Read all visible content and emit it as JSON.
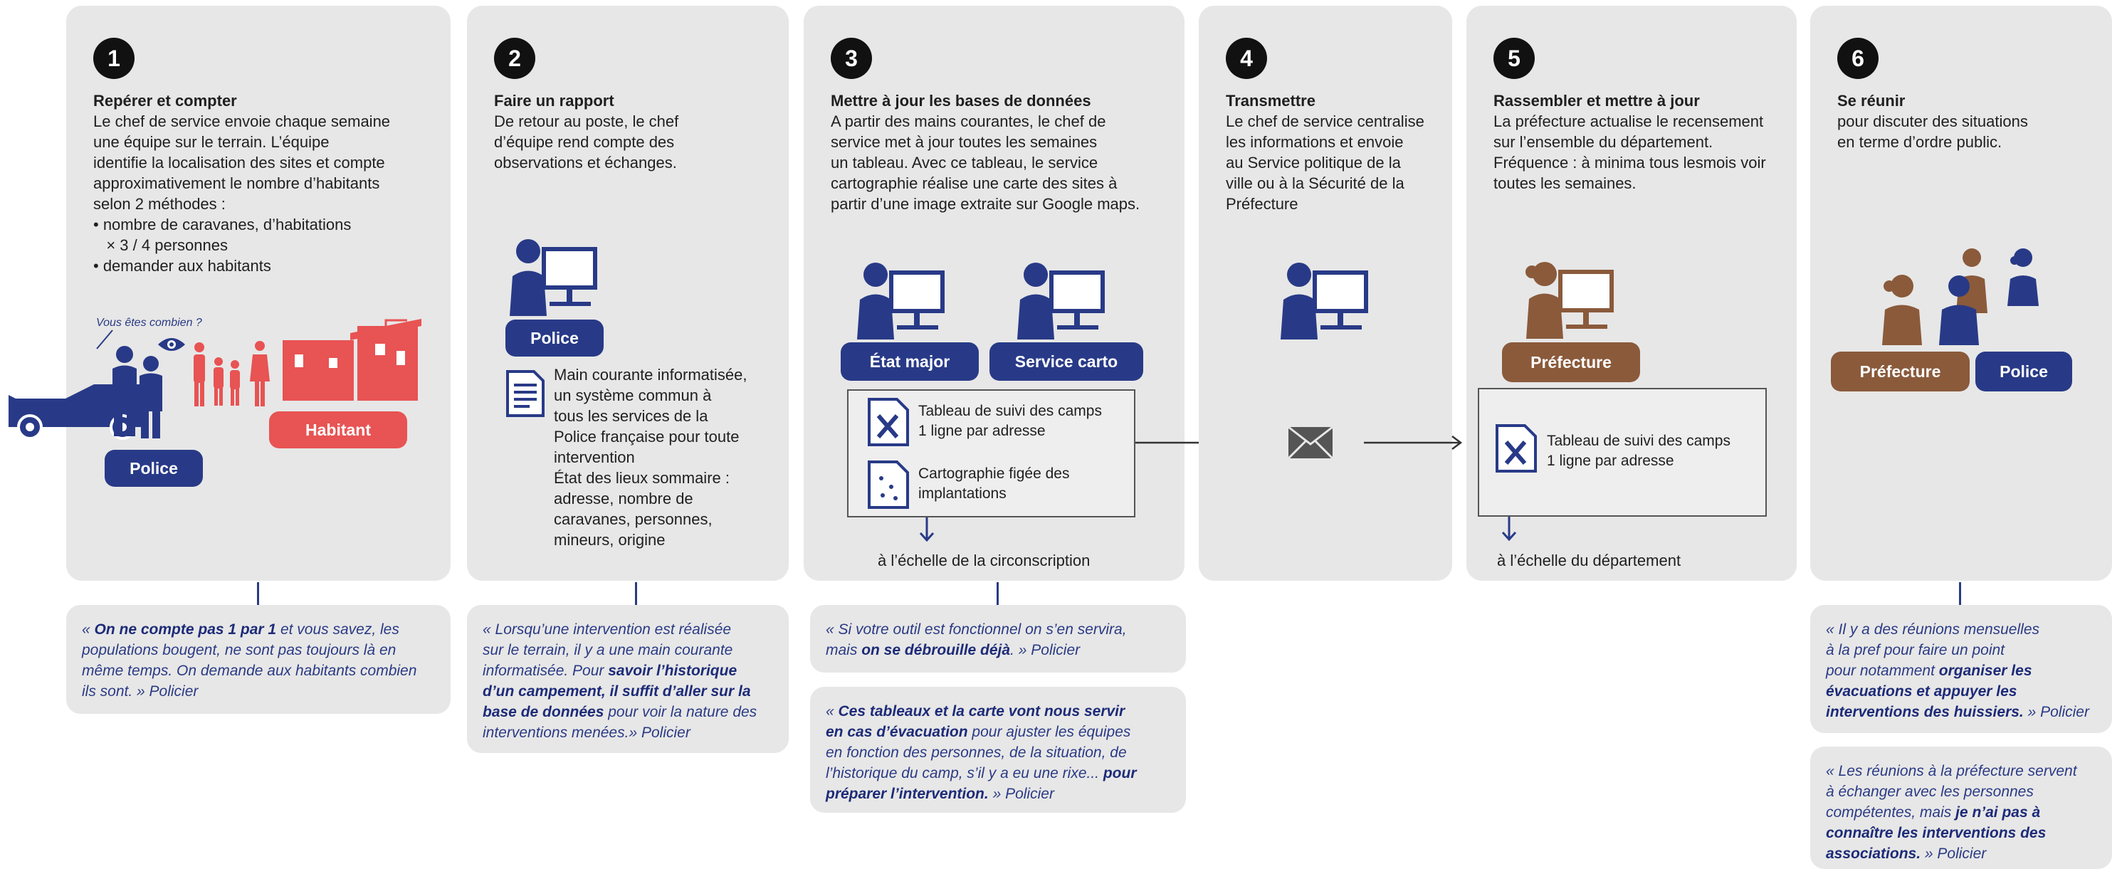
{
  "colors": {
    "navy": "#283a87",
    "red": "#e85353",
    "brown": "#8a5a3b",
    "card": "#e7e7e7"
  },
  "steps": [
    {
      "num": "1",
      "title": "Repérer et compter",
      "lines": [
        "Le chef de service envoie chaque semaine",
        "une équipe sur le terrain. L’équipe",
        "identifie la localisation des sites et compte",
        "approximativement le nombre d’habitants",
        "selon 2 méthodes :",
        "• nombre de caravanes, d’habitations",
        "   × 3 / 4 personnes",
        "• demander aux habitants"
      ],
      "speech": "Vous êtes combien ?",
      "police": "Police",
      "habitant": "Habitant"
    },
    {
      "num": "2",
      "title": "Faire un rapport",
      "lines": [
        "De retour au poste, le chef",
        "d’équipe rend compte des",
        "observations et échanges."
      ],
      "police": "Police",
      "doc_lines": [
        "Main courante informatisée,",
        "un système commun à",
        "tous les services de la",
        "Police française pour toute",
        "intervention",
        "État des lieux sommaire :",
        "adresse, nombre de",
        "caravanes, personnes,",
        "mineurs, origine"
      ]
    },
    {
      "num": "3",
      "title": "Mettre à jour les bases de données",
      "lines": [
        "A partir des mains courantes, le chef de",
        "service met à jour toutes les semaines",
        "un tableau. Avec ce tableau, le service",
        "cartographie réalise une carte des sites à",
        "partir d’une image extraite sur Google maps."
      ],
      "etat": "État major",
      "carto": "Service carto",
      "table": [
        "Tableau de suivi des camps",
        "1 ligne par adresse"
      ],
      "map": [
        "Cartographie figée des",
        "implantations"
      ],
      "scale": "à l’échelle de la circonscription"
    },
    {
      "num": "4",
      "title": "Transmettre",
      "lines": [
        "Le chef de service centralise",
        "les informations et envoie",
        "au Service politique de la",
        "ville ou à la Sécurité de la",
        "Préfecture"
      ]
    },
    {
      "num": "5",
      "title": "Rassembler et mettre à jour",
      "lines": [
        "La préfecture actualise le recensement",
        "sur l’ensemble du département.",
        "Fréquence : à minima tous lesmois voir",
        "toutes les semaines."
      ],
      "prefecture": "Préfecture",
      "table": [
        "Tableau de suivi des camps",
        "1 ligne par adresse"
      ],
      "scale": "à l’échelle du département"
    },
    {
      "num": "6",
      "title": "Se réunir",
      "lines": [
        "pour discuter des situations",
        "en terme d’ordre public."
      ],
      "prefecture": "Préfecture",
      "police": "Police"
    }
  ],
  "quotes": {
    "q1": [
      [
        "« ",
        false
      ],
      [
        "On ne compte pas 1 par 1",
        true
      ],
      [
        " et vous savez, les",
        false
      ],
      [
        "\n",
        false
      ],
      [
        "populations bougent, ne sont pas toujours là en",
        false
      ],
      [
        "\n",
        false
      ],
      [
        "même temps. On demande aux habitants combien",
        false
      ],
      [
        "\n",
        false
      ],
      [
        "ils sont. » Policier",
        false
      ]
    ],
    "q2": [
      [
        "« Lorsqu’une intervention est réalisée",
        false
      ],
      [
        "\n",
        false
      ],
      [
        "sur le terrain, il y a une main courante",
        false
      ],
      [
        "\n",
        false
      ],
      [
        "informatisée. Pour ",
        false
      ],
      [
        "savoir l’historique",
        true
      ],
      [
        "\n",
        false
      ],
      [
        "d’un campement, il suffit d’aller sur la",
        true
      ],
      [
        "\n",
        false
      ],
      [
        "base de données",
        true
      ],
      [
        " pour voir la nature des",
        false
      ],
      [
        "\n",
        false
      ],
      [
        "interventions menées.» Policier",
        false
      ]
    ],
    "q3": [
      [
        "« Si votre outil est fonctionnel on s’en servira,",
        false
      ],
      [
        "\n",
        false
      ],
      [
        "mais ",
        false
      ],
      [
        "on se débrouille déjà",
        true
      ],
      [
        ". » Policier",
        false
      ]
    ],
    "q4": [
      [
        "« ",
        false
      ],
      [
        "Ces tableaux et la carte vont nous servir",
        true
      ],
      [
        "\n",
        false
      ],
      [
        "en cas d’évacuation",
        true
      ],
      [
        " pour ajuster les équipes",
        false
      ],
      [
        "\n",
        false
      ],
      [
        "en fonction des personnes, de la situation, de",
        false
      ],
      [
        "\n",
        false
      ],
      [
        "l’historique du camp, s’il y a eu une rixe... ",
        false
      ],
      [
        "pour",
        true
      ],
      [
        "\n",
        false
      ],
      [
        "préparer l’intervention.",
        true
      ],
      [
        " » Policier",
        false
      ]
    ],
    "q5": [
      [
        "« Il y a des réunions mensuelles",
        false
      ],
      [
        "\n",
        false
      ],
      [
        "à la pref pour faire un point",
        false
      ],
      [
        "\n",
        false
      ],
      [
        "pour notamment ",
        false
      ],
      [
        "organiser les",
        true
      ],
      [
        "\n",
        false
      ],
      [
        "évacuations et appuyer les",
        true
      ],
      [
        "\n",
        false
      ],
      [
        "interventions des huissiers.",
        true
      ],
      [
        " » Policier",
        false
      ]
    ],
    "q6": [
      [
        "« Les réunions à la préfecture servent",
        false
      ],
      [
        "\n",
        false
      ],
      [
        "à échanger avec les personnes",
        false
      ],
      [
        "\n",
        false
      ],
      [
        "compétentes, mais ",
        false
      ],
      [
        "je n’ai pas à",
        true
      ],
      [
        "\n",
        false
      ],
      [
        "connaître les interventions des",
        true
      ],
      [
        "\n",
        false
      ],
      [
        "associations.",
        true
      ],
      [
        " » Policier",
        false
      ]
    ]
  },
  "icons": [
    "eye-icon",
    "excel-icon",
    "map-icon",
    "envelope-icon",
    "document-icon",
    "arrow-right-icon",
    "arrow-down-icon",
    "person-at-computer-icon",
    "car-icon",
    "house-icon",
    "family-icon"
  ]
}
